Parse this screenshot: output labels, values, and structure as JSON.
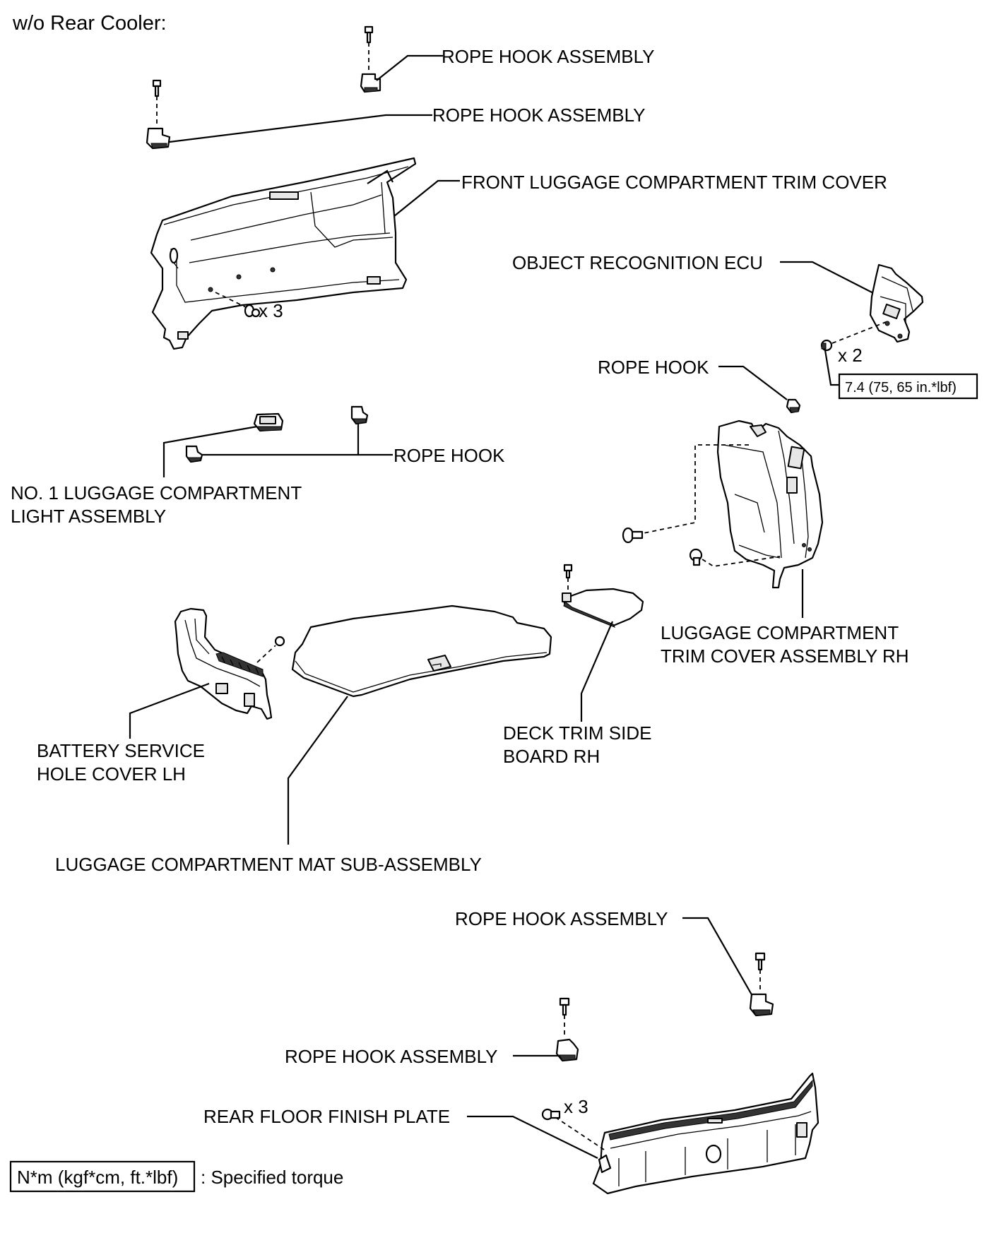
{
  "title": "w/o Rear Cooler:",
  "labels": {
    "rope_hook_assembly_1": "ROPE HOOK ASSEMBLY",
    "rope_hook_assembly_2": "ROPE HOOK ASSEMBLY",
    "front_trim_cover": "FRONT LUGGAGE COMPARTMENT TRIM COVER",
    "object_recognition_ecu": "OBJECT RECOGNITION ECU",
    "rope_hook_right": "ROPE HOOK",
    "rope_hook_center": "ROPE HOOK",
    "light_assembly_line1": "NO. 1 LUGGAGE COMPARTMENT",
    "light_assembly_line2": "LIGHT ASSEMBLY",
    "trim_cover_rh_line1": "LUGGAGE COMPARTMENT",
    "trim_cover_rh_line2": "TRIM COVER ASSEMBLY RH",
    "battery_cover_line1": "BATTERY SERVICE",
    "battery_cover_line2": "HOLE COVER LH",
    "deck_board_line1": "DECK TRIM SIDE",
    "deck_board_line2": "BOARD RH",
    "mat": "LUGGAGE COMPARTMENT MAT SUB-ASSEMBLY",
    "rope_hook_assembly_3": "ROPE HOOK ASSEMBLY",
    "rope_hook_assembly_4": "ROPE HOOK ASSEMBLY",
    "rear_floor_plate": "REAR FLOOR FINISH PLATE"
  },
  "quantities": {
    "clip_front_trim": "x 3",
    "ecu_bolts": "x 2",
    "floor_plate_clips": "x 3"
  },
  "torque": {
    "ecu_value": "7.4 (75, 65 in.*lbf)"
  },
  "legend": {
    "unit_box": "N*m (kgf*cm, ft.*lbf)",
    "description": ": Specified torque"
  }
}
